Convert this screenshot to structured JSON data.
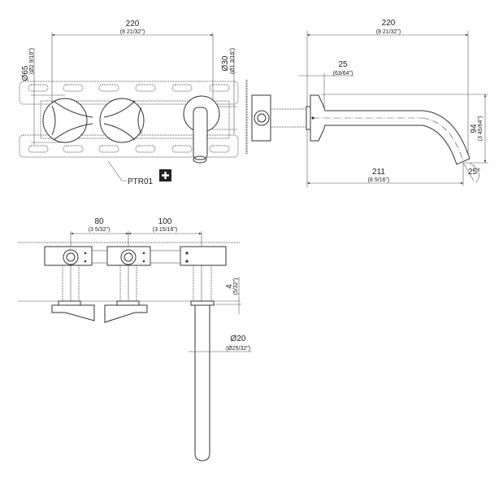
{
  "front_view": {
    "width_dim": {
      "value": "220",
      "inch": "(8 21/32\")"
    },
    "handle_dia": {
      "value": "Ø65",
      "inch": "(Ø2 9/16\")"
    },
    "spout_dia": {
      "value": "Ø30",
      "inch": "(Ø1 3/16\")"
    },
    "part_code": "PTR01",
    "add_icon": "plus-icon"
  },
  "side_view": {
    "overall_dim": {
      "value": "220",
      "inch": "(8 21/32\")"
    },
    "flange_dim": {
      "value": "25",
      "inch": "(63/64\")"
    },
    "height_dim": {
      "value": "94",
      "inch": "(3 45/64\")"
    },
    "projection_dim": {
      "value": "211",
      "inch": "(8 5/16\")"
    },
    "angle": "25°"
  },
  "top_view": {
    "spacing_1": {
      "value": "80",
      "inch": "(3 5/32\")"
    },
    "spacing_2": {
      "value": "100",
      "inch": "(3 15/16\")"
    },
    "offset_dim": {
      "value": "4",
      "inch": "(5/32\")"
    },
    "pipe_dia": {
      "value": "Ø20",
      "inch": "(Ø25/32\")"
    }
  }
}
